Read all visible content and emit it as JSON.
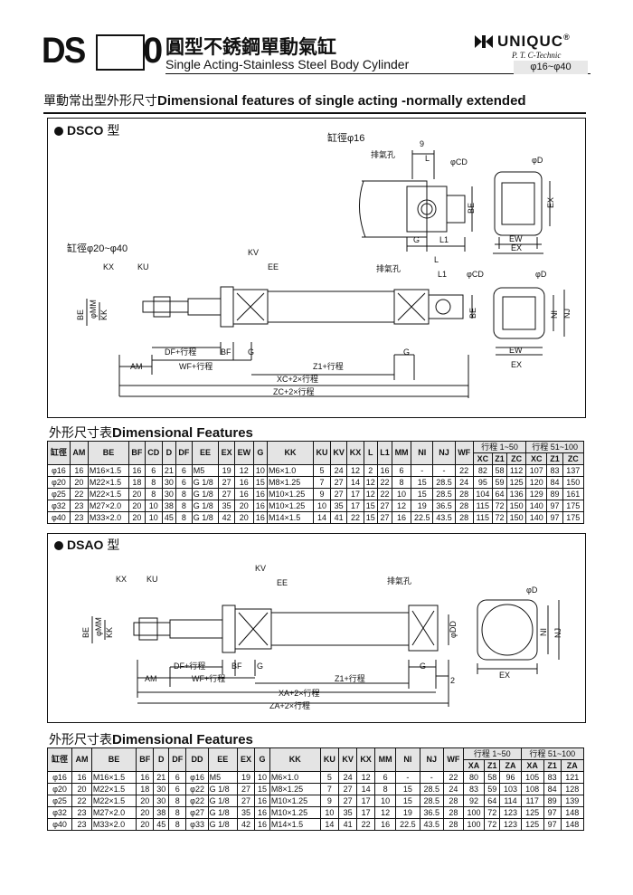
{
  "header": {
    "model_prefix": "DS",
    "model_suffix": "0",
    "title_cn": "圓型不銹鋼單動氣缸",
    "title_en": "Single Acting-Stainless Steel Body Cylinder",
    "brand": "UNIQUC",
    "brand_sub": "P. T. C-Technic",
    "range": "φ16~φ40"
  },
  "section": {
    "title_cn": "單動常出型外形尺寸",
    "title_en": "Dimensional features of single acting -normally extended"
  },
  "dsco": {
    "label_en": "DSCO",
    "label_cn": "型",
    "bore16": "缸徑φ16",
    "bore20_40": "缸徑φ20~φ40",
    "exhaust": "排氣孔",
    "labels": {
      "KX": "KX",
      "KU": "KU",
      "KV": "KV",
      "EE": "EE",
      "BE": "BE",
      "MM": "φMM",
      "KK": "KK",
      "L": "L",
      "L1": "L1",
      "nine": "9",
      "CD": "φCD",
      "D": "φD",
      "EX": "EX",
      "EW": "EW",
      "G": "G",
      "NI": "NI",
      "NJ": "NJ",
      "AM": "AM",
      "DF": "DF+行程",
      "BF": "BF",
      "WF": "WF+行程",
      "Z1": "Z1+行程",
      "XC": "XC+2×行程",
      "ZC": "ZC+2×行程"
    },
    "table_title_cn": "外形尺寸表",
    "table_title_en": "Dimensional Features",
    "columns": [
      "缸徑",
      "AM",
      "BE",
      "BF",
      "CD",
      "D",
      "DF",
      "EE",
      "EX",
      "EW",
      "G",
      "KK",
      "KU",
      "KV",
      "KX",
      "L",
      "L1",
      "MM",
      "NI",
      "NJ",
      "WF"
    ],
    "group1": "行程 1~50",
    "group2": "行程 51~100",
    "sub_columns": [
      "XC",
      "Z1",
      "ZC",
      "XC",
      "Z1",
      "ZC"
    ],
    "rows": [
      [
        "φ16",
        "16",
        "M16×1.5",
        "16",
        "6",
        "21",
        "6",
        "M5",
        "19",
        "12",
        "10",
        "M6×1.0",
        "5",
        "24",
        "12",
        "2",
        "16",
        "6",
        "-",
        "-",
        "22",
        "82",
        "58",
        "112",
        "107",
        "83",
        "137"
      ],
      [
        "φ20",
        "20",
        "M22×1.5",
        "18",
        "8",
        "30",
        "6",
        "G 1/8",
        "27",
        "16",
        "15",
        "M8×1.25",
        "7",
        "27",
        "14",
        "12",
        "22",
        "8",
        "15",
        "28.5",
        "24",
        "95",
        "59",
        "125",
        "120",
        "84",
        "150"
      ],
      [
        "φ25",
        "22",
        "M22×1.5",
        "20",
        "8",
        "30",
        "8",
        "G 1/8",
        "27",
        "16",
        "16",
        "M10×1.25",
        "9",
        "27",
        "17",
        "12",
        "22",
        "10",
        "15",
        "28.5",
        "28",
        "104",
        "64",
        "136",
        "129",
        "89",
        "161"
      ],
      [
        "φ32",
        "23",
        "M27×2.0",
        "20",
        "10",
        "38",
        "8",
        "G 1/8",
        "35",
        "20",
        "16",
        "M10×1.25",
        "10",
        "35",
        "17",
        "15",
        "27",
        "12",
        "19",
        "36.5",
        "28",
        "115",
        "72",
        "150",
        "140",
        "97",
        "175"
      ],
      [
        "φ40",
        "23",
        "M33×2.0",
        "20",
        "10",
        "45",
        "8",
        "G 1/8",
        "42",
        "20",
        "16",
        "M14×1.5",
        "14",
        "41",
        "22",
        "15",
        "27",
        "16",
        "22.5",
        "43.5",
        "28",
        "115",
        "72",
        "150",
        "140",
        "97",
        "175"
      ]
    ]
  },
  "dsao": {
    "label_en": "DSAO",
    "label_cn": "型",
    "exhaust": "排氣孔",
    "labels": {
      "KX": "KX",
      "KU": "KU",
      "KV": "KV",
      "EE": "EE",
      "BE": "BE",
      "MM": "φMM",
      "KK": "KK",
      "DD": "φDD",
      "D": "φD",
      "NI": "NI",
      "NJ": "NJ",
      "EX": "EX",
      "AM": "AM",
      "DF": "DF+行程",
      "BF": "BF",
      "G": "G",
      "WF": "WF+行程",
      "Z1": "Z1+行程",
      "two": "2",
      "XA": "XA+2×行程",
      "ZA": "ZA+2×行程"
    },
    "table_title_cn": "外形尺寸表",
    "table_title_en": "Dimensional Features",
    "columns": [
      "缸徑",
      "AM",
      "BE",
      "BF",
      "D",
      "DF",
      "DD",
      "EE",
      "EX",
      "G",
      "KK",
      "KU",
      "KV",
      "KX",
      "MM",
      "NI",
      "NJ",
      "WF"
    ],
    "group1": "行程 1~50",
    "group2": "行程 51~100",
    "sub_columns": [
      "XA",
      "Z1",
      "ZA",
      "XA",
      "Z1",
      "ZA"
    ],
    "rows": [
      [
        "φ16",
        "16",
        "M16×1.5",
        "16",
        "21",
        "6",
        "φ16",
        "M5",
        "19",
        "10",
        "M6×1.0",
        "5",
        "24",
        "12",
        "6",
        "-",
        "-",
        "22",
        "80",
        "58",
        "96",
        "105",
        "83",
        "121"
      ],
      [
        "φ20",
        "20",
        "M22×1.5",
        "18",
        "30",
        "6",
        "φ22",
        "G 1/8",
        "27",
        "15",
        "M8×1.25",
        "7",
        "27",
        "14",
        "8",
        "15",
        "28.5",
        "24",
        "83",
        "59",
        "103",
        "108",
        "84",
        "128"
      ],
      [
        "φ25",
        "22",
        "M22×1.5",
        "20",
        "30",
        "8",
        "φ22",
        "G 1/8",
        "27",
        "16",
        "M10×1.25",
        "9",
        "27",
        "17",
        "10",
        "15",
        "28.5",
        "28",
        "92",
        "64",
        "114",
        "117",
        "89",
        "139"
      ],
      [
        "φ32",
        "23",
        "M27×2.0",
        "20",
        "38",
        "8",
        "φ27",
        "G 1/8",
        "35",
        "16",
        "M10×1.25",
        "10",
        "35",
        "17",
        "12",
        "19",
        "36.5",
        "28",
        "100",
        "72",
        "123",
        "125",
        "97",
        "148"
      ],
      [
        "φ40",
        "23",
        "M33×2.0",
        "20",
        "45",
        "8",
        "φ33",
        "G 1/8",
        "42",
        "16",
        "M14×1.5",
        "14",
        "41",
        "22",
        "16",
        "22.5",
        "43.5",
        "28",
        "100",
        "72",
        "123",
        "125",
        "97",
        "148"
      ]
    ]
  }
}
